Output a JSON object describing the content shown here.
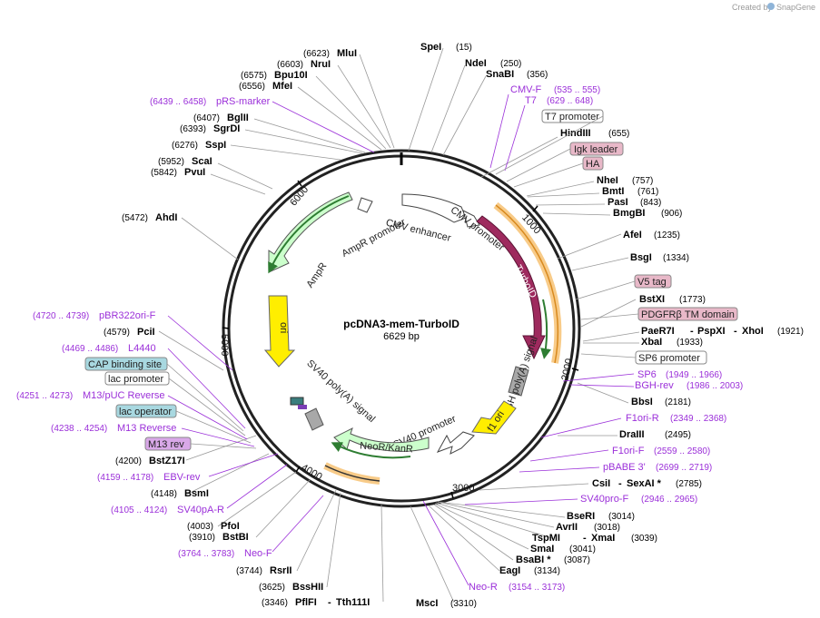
{
  "brand": {
    "created_by": "Created by",
    "name": "SnapGene"
  },
  "plasmid": {
    "name": "pcDNA3-mem-TurboID",
    "length": "6629 bp"
  },
  "ticks": {
    "t1000": "1000",
    "t2000": "2000",
    "t3000": "3000",
    "t4000": "4000",
    "t5000": "5000",
    "t6000": "6000"
  },
  "enzymes": {
    "e1": {
      "pos": "(6623)",
      "name": "MluI"
    },
    "e2": {
      "pos": "(6603)",
      "name": "NruI"
    },
    "e3": {
      "pos": "(6575)",
      "name": "Bpu10I"
    },
    "e4": {
      "pos": "(6556)",
      "name": "MfeI"
    },
    "e5": {
      "pos": "(6407)",
      "name": "BglII"
    },
    "e6": {
      "pos": "(6393)",
      "name": "SgrDI"
    },
    "e7": {
      "pos": "(6276)",
      "name": "SspI"
    },
    "e8": {
      "pos": "(5952)",
      "name": "ScaI"
    },
    "e9": {
      "pos": "(5842)",
      "name": "PvuI"
    },
    "e10": {
      "pos": "(5472)",
      "name": "AhdI"
    },
    "e11": {
      "pos": "(4579)",
      "name": "PciI"
    },
    "e12": {
      "pos": "(4200)",
      "name": "BstZ17I"
    },
    "e13": {
      "pos": "(4148)",
      "name": "BsmI"
    },
    "e14": {
      "pos": "(4003)",
      "name": "PfoI"
    },
    "e15": {
      "pos": "(3910)",
      "name": "BstBI"
    },
    "e16": {
      "pos": "(3744)",
      "name": "RsrII"
    },
    "e17": {
      "pos": "(3625)",
      "name": "BssHII"
    },
    "e18": {
      "pos": "(3346)",
      "name": "PflFI",
      "name2": "Tth111I"
    },
    "e19": {
      "name": "SpeI",
      "pos": "(15)"
    },
    "e20": {
      "name": "NdeI",
      "pos": "(250)"
    },
    "e21": {
      "name": "SnaBI",
      "pos": "(356)"
    },
    "e22": {
      "name": "HindIII",
      "pos": "(655)"
    },
    "e23": {
      "name": "NheI",
      "pos": "(757)"
    },
    "e24": {
      "name": "BmtI",
      "pos": "(761)"
    },
    "e25": {
      "name": "PasI",
      "pos": "(843)"
    },
    "e26": {
      "name": "BmgBI",
      "pos": "(906)"
    },
    "e27": {
      "name": "AfeI",
      "pos": "(1235)"
    },
    "e28": {
      "name": "BsgI",
      "pos": "(1334)"
    },
    "e29": {
      "name": "BstXI",
      "pos": "(1773)"
    },
    "e30": {
      "name": "PaeR7I",
      "name2": "PspXI",
      "name3": "XhoI",
      "pos": "(1921)"
    },
    "e31": {
      "name": "XbaI",
      "pos": "(1933)"
    },
    "e32": {
      "name": "BbsI",
      "pos": "(2181)"
    },
    "e33": {
      "name": "DraIII",
      "pos": "(2495)"
    },
    "e34": {
      "name": "CsiI",
      "name2": "SexAI *",
      "pos": "(2785)"
    },
    "e35": {
      "name": "BseRI",
      "pos": "(3014)"
    },
    "e36": {
      "name": "AvrII",
      "pos": "(3018)"
    },
    "e37": {
      "name": "TspMI",
      "name2": "XmaI",
      "pos": "(3039)"
    },
    "e38": {
      "name": "SmaI",
      "pos": "(3041)"
    },
    "e39": {
      "name": "BsaBI *",
      "pos": "(3087)"
    },
    "e40": {
      "name": "EagI",
      "pos": "(3134)"
    },
    "e41": {
      "name": "MscI",
      "pos": "(3310)"
    }
  },
  "primers": {
    "p1": {
      "range": "(6439 .. 6458)",
      "name": "pRS-marker"
    },
    "p2": {
      "name": "CMV-F",
      "range": "(535 .. 555)"
    },
    "p3": {
      "name": "T7",
      "range": "(629 .. 648)"
    },
    "p4": {
      "range": "(4720 .. 4739)",
      "name": "pBR322ori-F"
    },
    "p5": {
      "range": "(4469 .. 4486)",
      "name": "L4440"
    },
    "p6": {
      "range": "(4251 .. 4273)",
      "name": "M13/pUC Reverse"
    },
    "p7": {
      "range": "(4238 .. 4254)",
      "name": "M13 Reverse"
    },
    "p8": {
      "range": "(4159 .. 4178)",
      "name": "EBV-rev"
    },
    "p9": {
      "range": "(4105 .. 4124)",
      "name": "SV40pA-R"
    },
    "p10": {
      "range": "(3764 .. 3783)",
      "name": "Neo-F"
    },
    "p11": {
      "name": "SP6",
      "range": "(1949 .. 1966)"
    },
    "p12": {
      "name": "BGH-rev",
      "range": "(1986 .. 2003)"
    },
    "p13": {
      "name": "F1ori-R",
      "range": "(2349 .. 2368)"
    },
    "p14": {
      "name": "F1ori-F",
      "range": "(2559 .. 2580)"
    },
    "p15": {
      "name": "pBABE 3'",
      "range": "(2699 .. 2719)"
    },
    "p16": {
      "name": "SV40pro-F",
      "range": "(2946 .. 2965)"
    },
    "p17": {
      "name": "Neo-R",
      "range": "(3154 .. 3173)"
    }
  },
  "boxes": {
    "t7prom": "T7 promoter",
    "igk": "Igk leader",
    "ha": "HA",
    "v5": "V5 tag",
    "pdgfr": "PDGFRβ TM domain",
    "sp6prom": "SP6 promoter",
    "cap": "CAP binding site",
    "lacprom": "lac promoter",
    "lacop": "lac operator",
    "m13rev": "M13 rev"
  },
  "features": {
    "cmv_enh": "CMV enhancer",
    "cmv_prom": "CMV promoter",
    "turboid": "TurboID",
    "bgh": "bGH poly(A) signal",
    "f1": "f1 ori",
    "sv40prom": "SV40 promoter",
    "neo": "NeoR/KanR",
    "sv40pa": "SV40 poly(A) signal",
    "ori": "ori",
    "ampr": "AmpR",
    "ampr_prom": "AmpR promoter"
  },
  "colors": {
    "primer": "#9b30d9",
    "turboid": "#9e2a5e",
    "promoter": "#ffffff",
    "ampr": "#ccffcc",
    "ori": "#ffee00",
    "terminator": "#a0a0a0",
    "highlight": "#f5b555"
  }
}
